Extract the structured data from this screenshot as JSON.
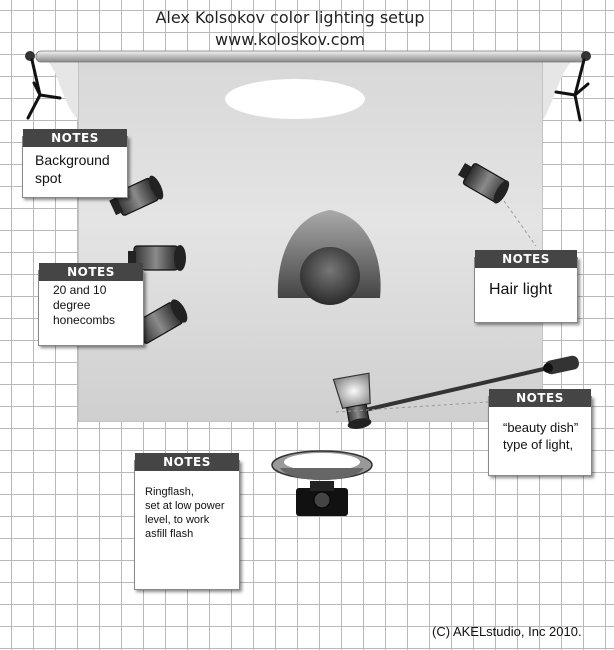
{
  "title": {
    "line1": "Alex Kolsokov color lighting setup",
    "line2": "www.koloskov.com"
  },
  "notes": [
    {
      "header": "NOTES",
      "text": "Background\nspot"
    },
    {
      "header": "NOTES",
      "text": "20 and 10\ndegree\n honecombs"
    },
    {
      "header": "NOTES",
      "text": "Hair light"
    },
    {
      "header": "NOTES",
      "text": "“beauty dish”\ntype of light,"
    },
    {
      "header": "NOTES",
      "text": "Ringflash,\nset at low power\nlevel, to  work\nasfill flash"
    }
  ],
  "footer": {
    "copyright": "(C) AKELstudio, Inc 2010."
  },
  "colors": {
    "note_header": "#454545",
    "grid": "#b9b9b9",
    "backdrop": "#d8d8d8"
  }
}
